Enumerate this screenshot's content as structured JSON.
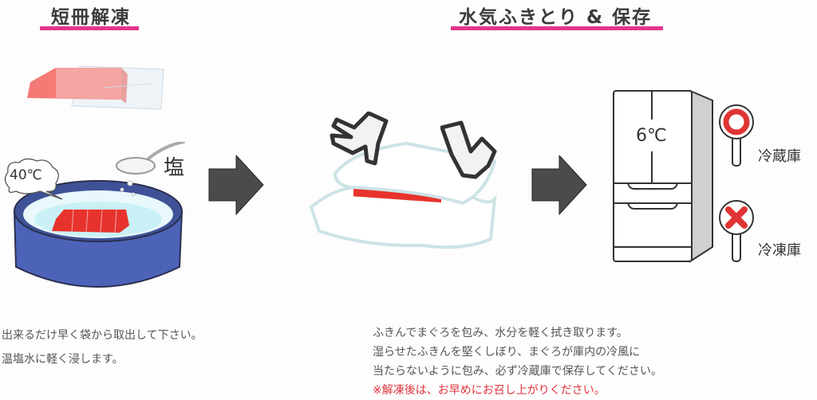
{
  "sections": {
    "thaw": {
      "title": "短冊解凍",
      "temperature_label": "40℃",
      "salt_label": "塩",
      "description": [
        "出来るだけ早く袋から取出して下さい。",
        "温塩水に軽く浸します。"
      ]
    },
    "wipe_store": {
      "title": "水気ふきとり & 保存",
      "description": [
        "ふきんでまぐろを包み、水分を軽く拭き取ります。",
        "湿らせたふきんを堅くしぼり、まぐろが庫内の冷風に",
        "当たらないように包み、必ず冷蔵庫で保存してください。"
      ],
      "warning": "※解凍後は、お早めにお召し上がりください。"
    },
    "fridge": {
      "temperature_label": "6℃",
      "ok_label": "冷蔵庫",
      "ng_label": "冷凍庫"
    }
  },
  "icons": {
    "arrow": "right-arrow-icon",
    "ok": "circle-ok-icon",
    "ng": "cross-ng-icon"
  },
  "colors": {
    "accent_underline": "#e4358c",
    "tuna_red": "#e8332d",
    "bowl_blue": "#4d63b8",
    "ok_red": "#e03434",
    "warning_text": "#e0343d",
    "arrow_gray": "#4a4c4c"
  }
}
